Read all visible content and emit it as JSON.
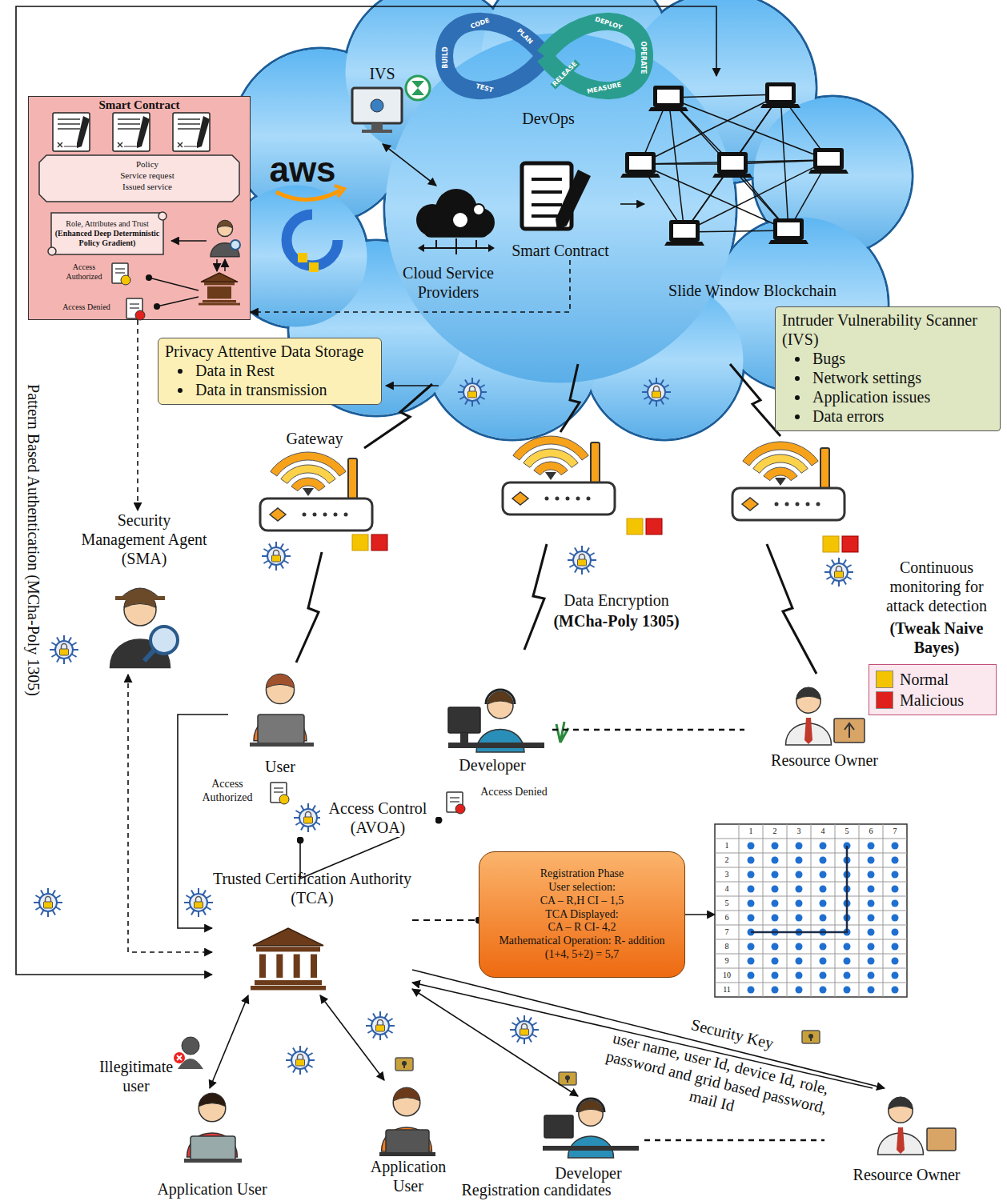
{
  "diagram": {
    "nodes": [
      {
        "text": [
          "Smart Contract"
        ]
      },
      {
        "text": [
          "Policy",
          "Service request",
          "Issued service"
        ],
        "in": 0
      },
      {
        "text": [
          "Role, Attributes and Trust",
          "(Enhanced Deep Deterministic Policy Gradient)"
        ],
        "in": 0
      },
      {
        "text": [
          "Access Authorized"
        ],
        "in": 0
      },
      {
        "text": [
          "Access Denied"
        ],
        "in": 0
      },
      {
        "text": [
          "IVS"
        ]
      },
      {
        "text": [
          "DevOps"
        ]
      },
      {
        "text": [
          "Cloud Service Providers"
        ]
      },
      {
        "text": [
          "Smart Contract"
        ]
      },
      {
        "text": [
          "Slide Window Blockchain"
        ]
      },
      {
        "text": [
          "Privacy Attentive Data Storage",
          "Data in Rest",
          "Data in transmission"
        ]
      },
      {
        "text": [
          "Intruder Vulnerability Scanner (IVS)",
          "Bugs",
          "Network settings",
          "Application issues",
          "Data errors"
        ]
      },
      {
        "text": [
          "Gateway"
        ]
      },
      {
        "text": [
          "Security Management Agent (SMA)"
        ]
      },
      {
        "text": [
          "User"
        ]
      },
      {
        "text": [
          "Developer"
        ]
      },
      {
        "text": [
          "Resource Owner"
        ]
      },
      {
        "text": [
          "Access Authorized"
        ]
      },
      {
        "text": [
          "Access Denied"
        ]
      },
      {
        "text": [
          "Trusted Certification Authority (TCA)"
        ]
      },
      {
        "text": [
          "Registration Phase",
          "User selection:",
          "CA – R,H CI – 1,5",
          "TCA Displayed:",
          "CA – R CI- 4,2",
          "Mathematical Operation: R- addition (1+4, 5+2) = 5,7"
        ]
      },
      {
        "text": [
          "1",
          "2",
          "3",
          "4",
          "5",
          "6",
          "7",
          "1",
          "2",
          "3",
          "4",
          "5",
          "6",
          "7",
          "8",
          "9",
          "10",
          "11"
        ]
      },
      {
        "text": [
          "Application User"
        ]
      },
      {
        "text": [
          "Application User"
        ]
      },
      {
        "text": [
          "Developer"
        ]
      },
      {
        "text": [
          "Resource Owner"
        ]
      }
    ],
    "edges": [
      {
        "from": 19,
        "to": 9,
        "arrow": "both",
        "label": "Pattern Based Authentication (MCha-Poly 1305)"
      },
      {
        "from": 5,
        "to": 7,
        "arrow": "both"
      },
      {
        "from": 8,
        "to": 9,
        "arrow": "to"
      },
      {
        "from": 8,
        "to": 0,
        "arrow": "to"
      },
      {
        "from": 0,
        "to": 13,
        "arrow": "to"
      },
      {
        "from": 13,
        "to": 19,
        "arrow": "both"
      },
      {
        "from": 14,
        "to": 19,
        "arrow": "to"
      },
      {
        "from": 17,
        "to": 18,
        "arrow": "none",
        "label": "Access Control (AVOA)"
      },
      {
        "from": 15,
        "to": 16,
        "arrow": "none"
      },
      {
        "from": 19,
        "to": 20,
        "arrow": "none"
      },
      {
        "from": 20,
        "to": 21,
        "arrow": "to"
      },
      {
        "from": 19,
        "to": 22,
        "arrow": "both"
      },
      {
        "from": 19,
        "to": 23,
        "arrow": "both"
      },
      {
        "from": 19,
        "to": 24,
        "arrow": "both"
      },
      {
        "from": 19,
        "to": 25,
        "arrow": "to",
        "label": "Security Key"
      },
      {
        "from": 25,
        "to": 19,
        "arrow": "to",
        "label": "user name, user Id, device Id, role, password and grid based password, mail Id"
      },
      {
        "from": 24,
        "to": 25,
        "arrow": "none"
      }
    ],
    "labels": [
      "aws",
      "CODE",
      "PLAN",
      "RELEASE",
      "DEPLOY",
      "BUILD",
      "TEST",
      "MEASURE",
      "OPERATE",
      "Data Encryption",
      "(MCha-Poly 1305)",
      "Continuous monitoring for attack detection",
      "(Tweak Naive Bayes)",
      "Illegitimate user",
      "Registration candidates"
    ],
    "legend": [
      {
        "text": "Normal",
        "color": "#f5c400"
      },
      {
        "text": "Malicious",
        "color": "#e0201c"
      }
    ]
  }
}
